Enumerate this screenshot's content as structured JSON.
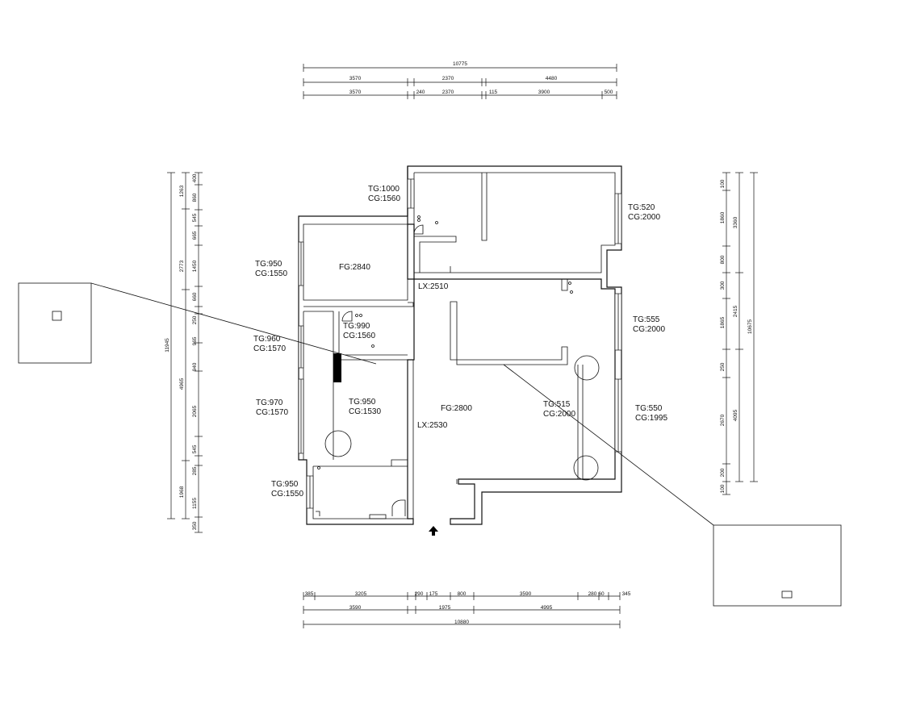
{
  "dimensions": {
    "top": {
      "total": "10775",
      "row2": [
        "3570",
        "2370",
        "4480"
      ],
      "row3": [
        "3570",
        "240",
        "2370",
        "115",
        "3900",
        "500"
      ]
    },
    "bottom": {
      "row1": [
        "385",
        "3205",
        "290",
        "175",
        "800",
        "3590",
        "280",
        "60",
        "345"
      ],
      "row2": [
        "3590",
        "1975",
        "4995"
      ],
      "total": "10880"
    },
    "left": {
      "total": "11945",
      "mid": [
        "1263",
        "2773",
        "4965",
        "1968"
      ],
      "inner": [
        "400",
        "860",
        "545",
        "665",
        "1450",
        "660",
        "250",
        "965",
        "940",
        "2065",
        "545",
        "285",
        "1155",
        "350"
      ]
    },
    "right": {
      "total": "10675",
      "mid": [
        "3360",
        "2415",
        "4095"
      ],
      "inner": [
        "100",
        "1860",
        "800",
        "300",
        "1865",
        "250",
        "2670",
        "200",
        "100"
      ]
    }
  },
  "rooms": {
    "r1": {
      "tg": "TG:1000",
      "cg": "CG:1560"
    },
    "r2": {
      "tg": "TG:520",
      "cg": "CG:2000"
    },
    "r3": {
      "tg": "TG:950",
      "cg": "CG:1550"
    },
    "r4": {
      "fg": "FG:2840"
    },
    "r5": {
      "lx": "LX:2510"
    },
    "r6": {
      "tg": "TG:555",
      "cg": "CG:2000"
    },
    "r7": {
      "tg": "TG:960",
      "cg": "CG:1570"
    },
    "r8": {
      "tg": "TG:990",
      "cg": "CG:1560"
    },
    "r9": {
      "tg": "TG:970",
      "cg": "CG:1570"
    },
    "r10": {
      "tg": "TG:950",
      "cg": "CG:1530"
    },
    "r11": {
      "fg": "FG:2800"
    },
    "r12": {
      "lx": "LX:2530"
    },
    "r13": {
      "tg": "TG:515",
      "cg": "CG:2000"
    },
    "r14": {
      "tg": "TG:550",
      "cg": "CG:1995"
    },
    "r15": {
      "tg": "TG:950",
      "cg": "CG:1550"
    }
  }
}
